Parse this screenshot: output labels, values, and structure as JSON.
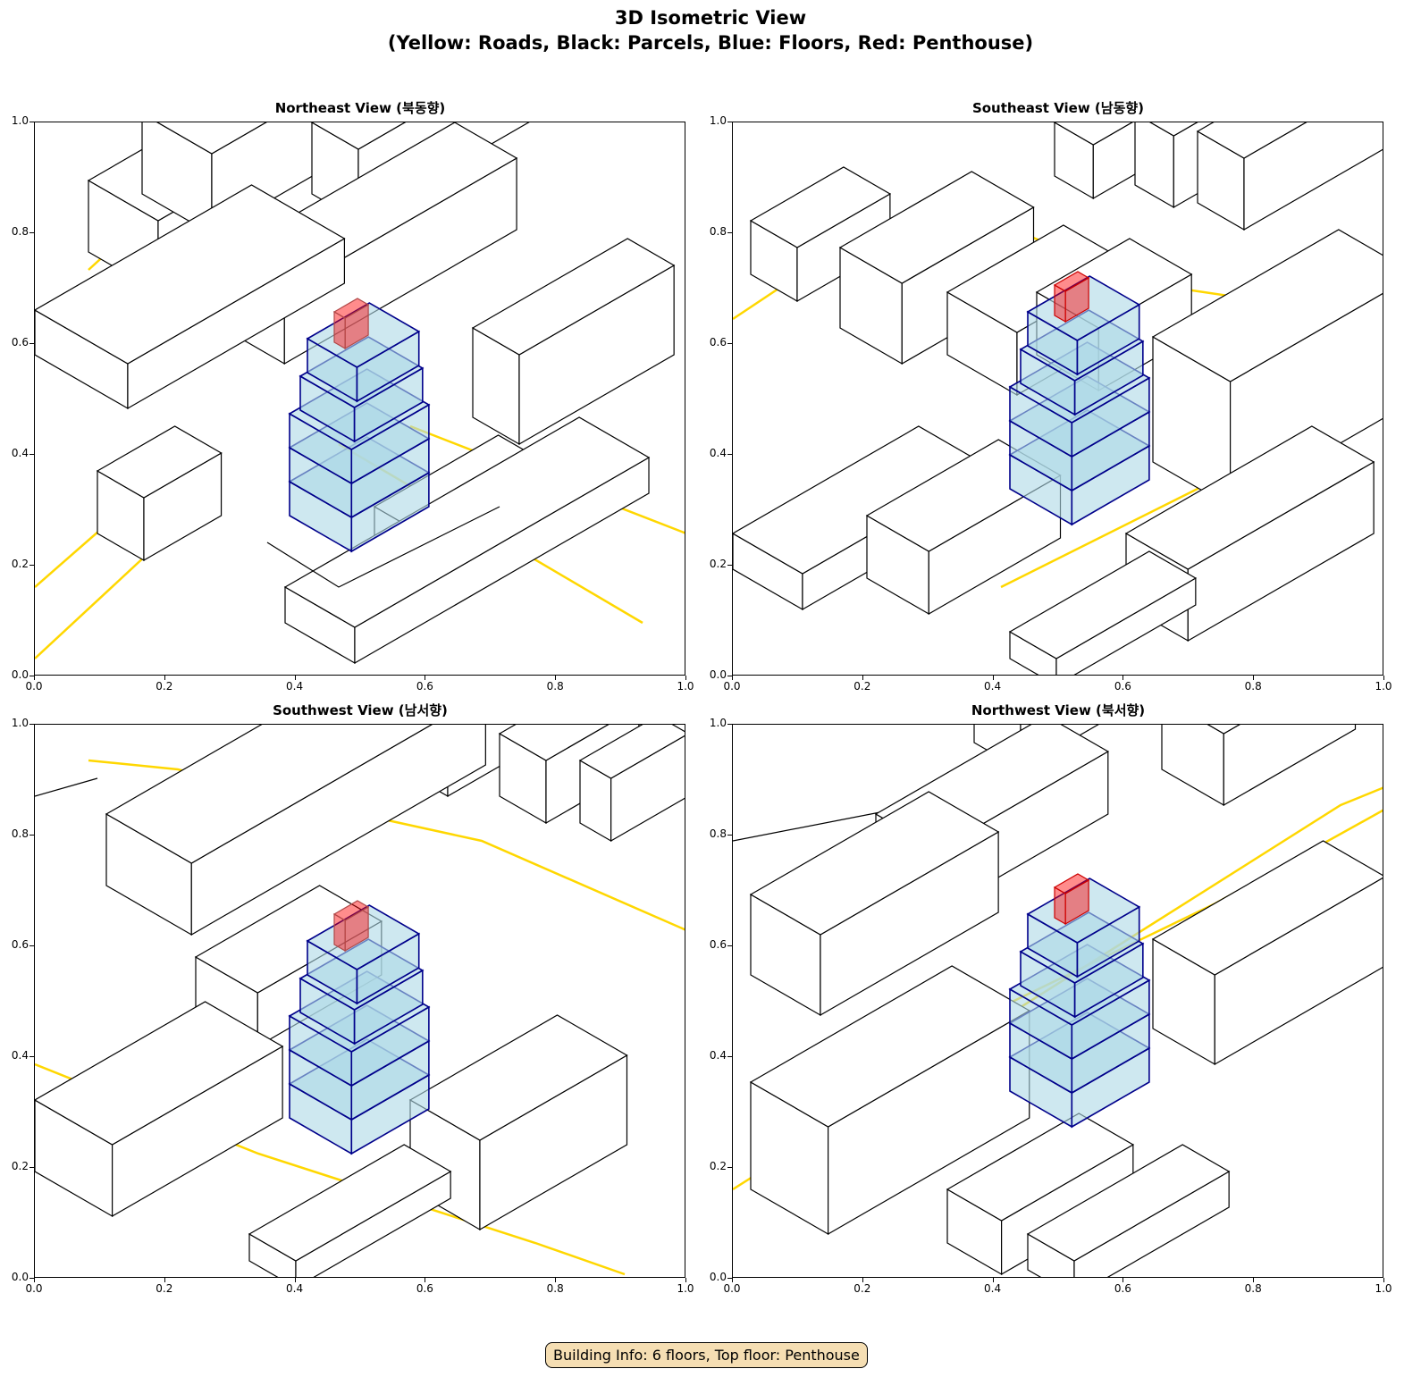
{
  "figure": {
    "title_line1": "3D Isometric View",
    "title_line2": "(Yellow: Roads, Black: Parcels, Blue: Floors, Red: Penthouse)",
    "info_box": "Building Info: 6 floors, Top floor: Penthouse"
  },
  "legend_colors": {
    "roads": "#ffd700",
    "parcels": "#000000",
    "floors_fill": "#add8e6",
    "floors_edge": "#00008b",
    "penthouse": "#ff0000"
  },
  "building": {
    "floor_count": 6,
    "top_floor": "Penthouse"
  },
  "axis": {
    "x_ticks": [
      "0.0",
      "0.2",
      "0.4",
      "0.6",
      "0.8",
      "1.0"
    ],
    "y_ticks": [
      "0.0",
      "0.2",
      "0.4",
      "0.6",
      "0.8",
      "1.0"
    ],
    "xlim": [
      0,
      1
    ],
    "ylim": [
      0,
      1
    ]
  },
  "panels": [
    {
      "id": "northeast",
      "title": "Northeast View (북동향)"
    },
    {
      "id": "southeast",
      "title": "Southeast View (남동향)"
    },
    {
      "id": "southwest",
      "title": "Southwest View (남서향)"
    },
    {
      "id": "northwest",
      "title": "Northwest View (북서향)"
    }
  ]
}
